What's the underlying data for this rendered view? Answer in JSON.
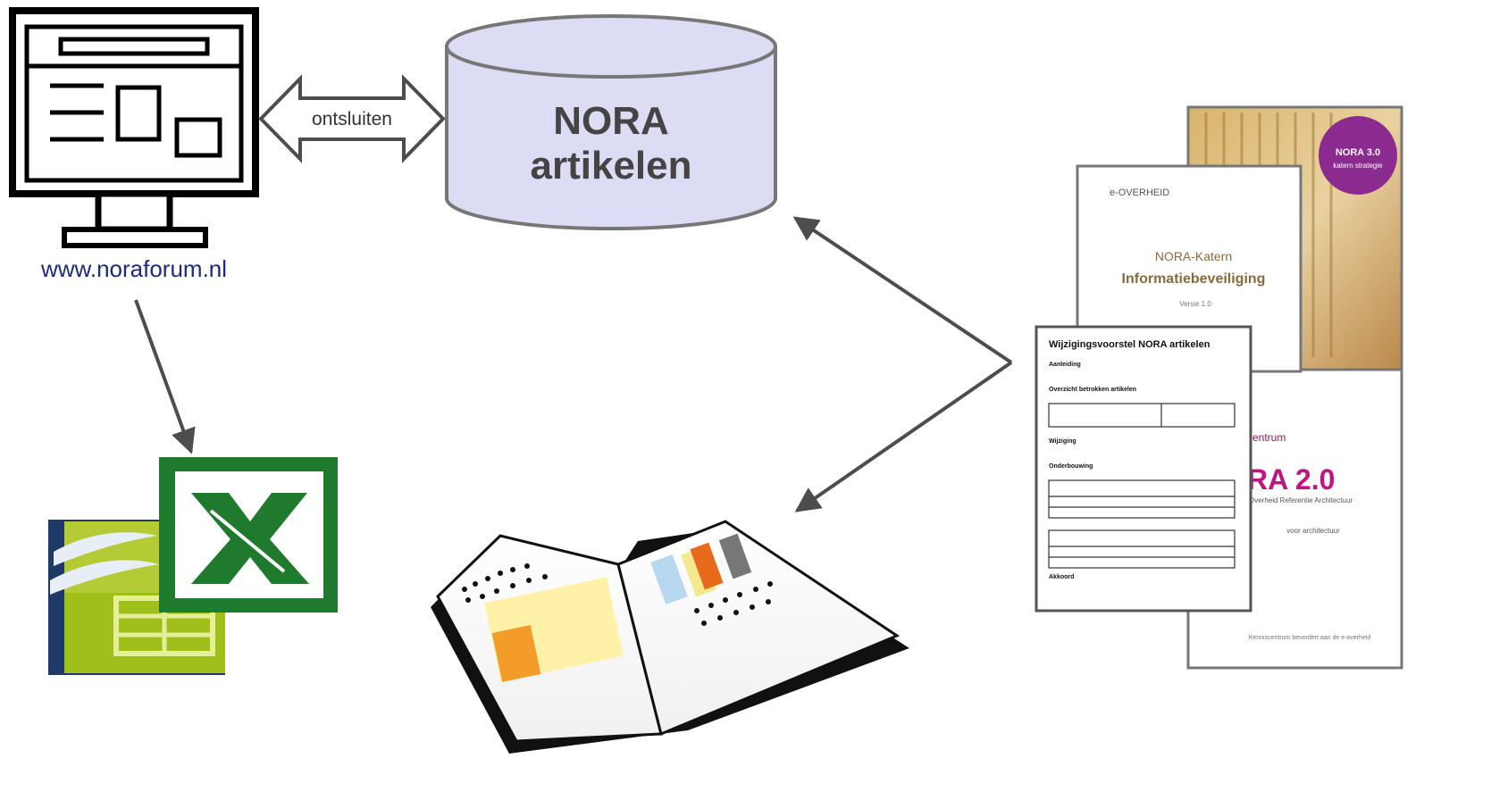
{
  "website": {
    "url": "www.noraforum.nl"
  },
  "connector": {
    "label": "ontsluiten"
  },
  "database": {
    "line1": "NORA",
    "line2": "artikelen"
  },
  "documents": {
    "katern_strategie_badge_line1": "NORA 3.0",
    "katern_strategie_badge_line2": "katern strategie",
    "infobeveiliging_logo": "e-OVERHEID",
    "infobeveiliging_title": "NORA-Katern",
    "infobeveiliging_subtitle": "Informatiebeveiliging",
    "infobeveiliging_version": "Versie 1.0",
    "nora20_centrum": "centrum",
    "nora20_title": "RA 2.0",
    "nora20_subtitle": "Overheid Referentie Architectuur",
    "nora20_tagline": "voor architectuur",
    "nora20_footer": "Kenniscentrum bevordert aan de e-overheid",
    "form_title": "Wijzigingsvoorstel NORA artikelen",
    "form_sections": [
      "Aanleiding",
      "Overzicht betrokken artikelen",
      "Wijziging",
      "Onderbouwing",
      "Akkoord"
    ]
  },
  "colors": {
    "database_fill": "#dcdcf4",
    "arrow": "#4d4d4d",
    "url_text": "#1b2b7a",
    "excel_green": "#1f7a2e",
    "oocalc_green": "#9fbf1a",
    "nora_badge": "#8b2a8f",
    "nora20_pink": "#c0157f"
  }
}
